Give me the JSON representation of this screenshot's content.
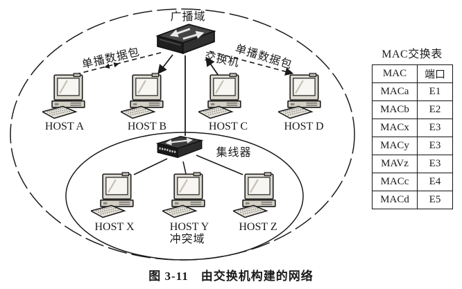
{
  "figure_caption": "图 3-11　由交换机构建的网络",
  "diagram": {
    "broadcast_domain": "广播域",
    "collision_domain": "冲突域",
    "switch": "交换机",
    "hub": "集线器",
    "unicast_left": "单播数据包",
    "unicast_right": "单播数据包",
    "hosts_top": [
      "HOST A",
      "HOST B",
      "HOST C",
      "HOST D"
    ],
    "hosts_bottom": [
      "HOST X",
      "HOST Y",
      "HOST Z"
    ]
  },
  "mac_table": {
    "title": "MAC交换表",
    "headers": {
      "mac": "MAC",
      "port": "端口"
    },
    "rows": [
      {
        "mac": "MACa",
        "port": "E1"
      },
      {
        "mac": "MACb",
        "port": "E2"
      },
      {
        "mac": "MACx",
        "port": "E3"
      },
      {
        "mac": "MACy",
        "port": "E3"
      },
      {
        "mac": "MAVz",
        "port": "E3"
      },
      {
        "mac": "MACc",
        "port": "E4"
      },
      {
        "mac": "MACd",
        "port": "E5"
      }
    ]
  },
  "icons": {
    "switch": "switch-icon",
    "hub": "hub-icon",
    "host": "computer-icon"
  },
  "colors": {
    "ink": "#1a1a1a",
    "device_dark": "#2e2e2e",
    "pc_body": "#dcd9d0",
    "background": "#ffffff"
  }
}
